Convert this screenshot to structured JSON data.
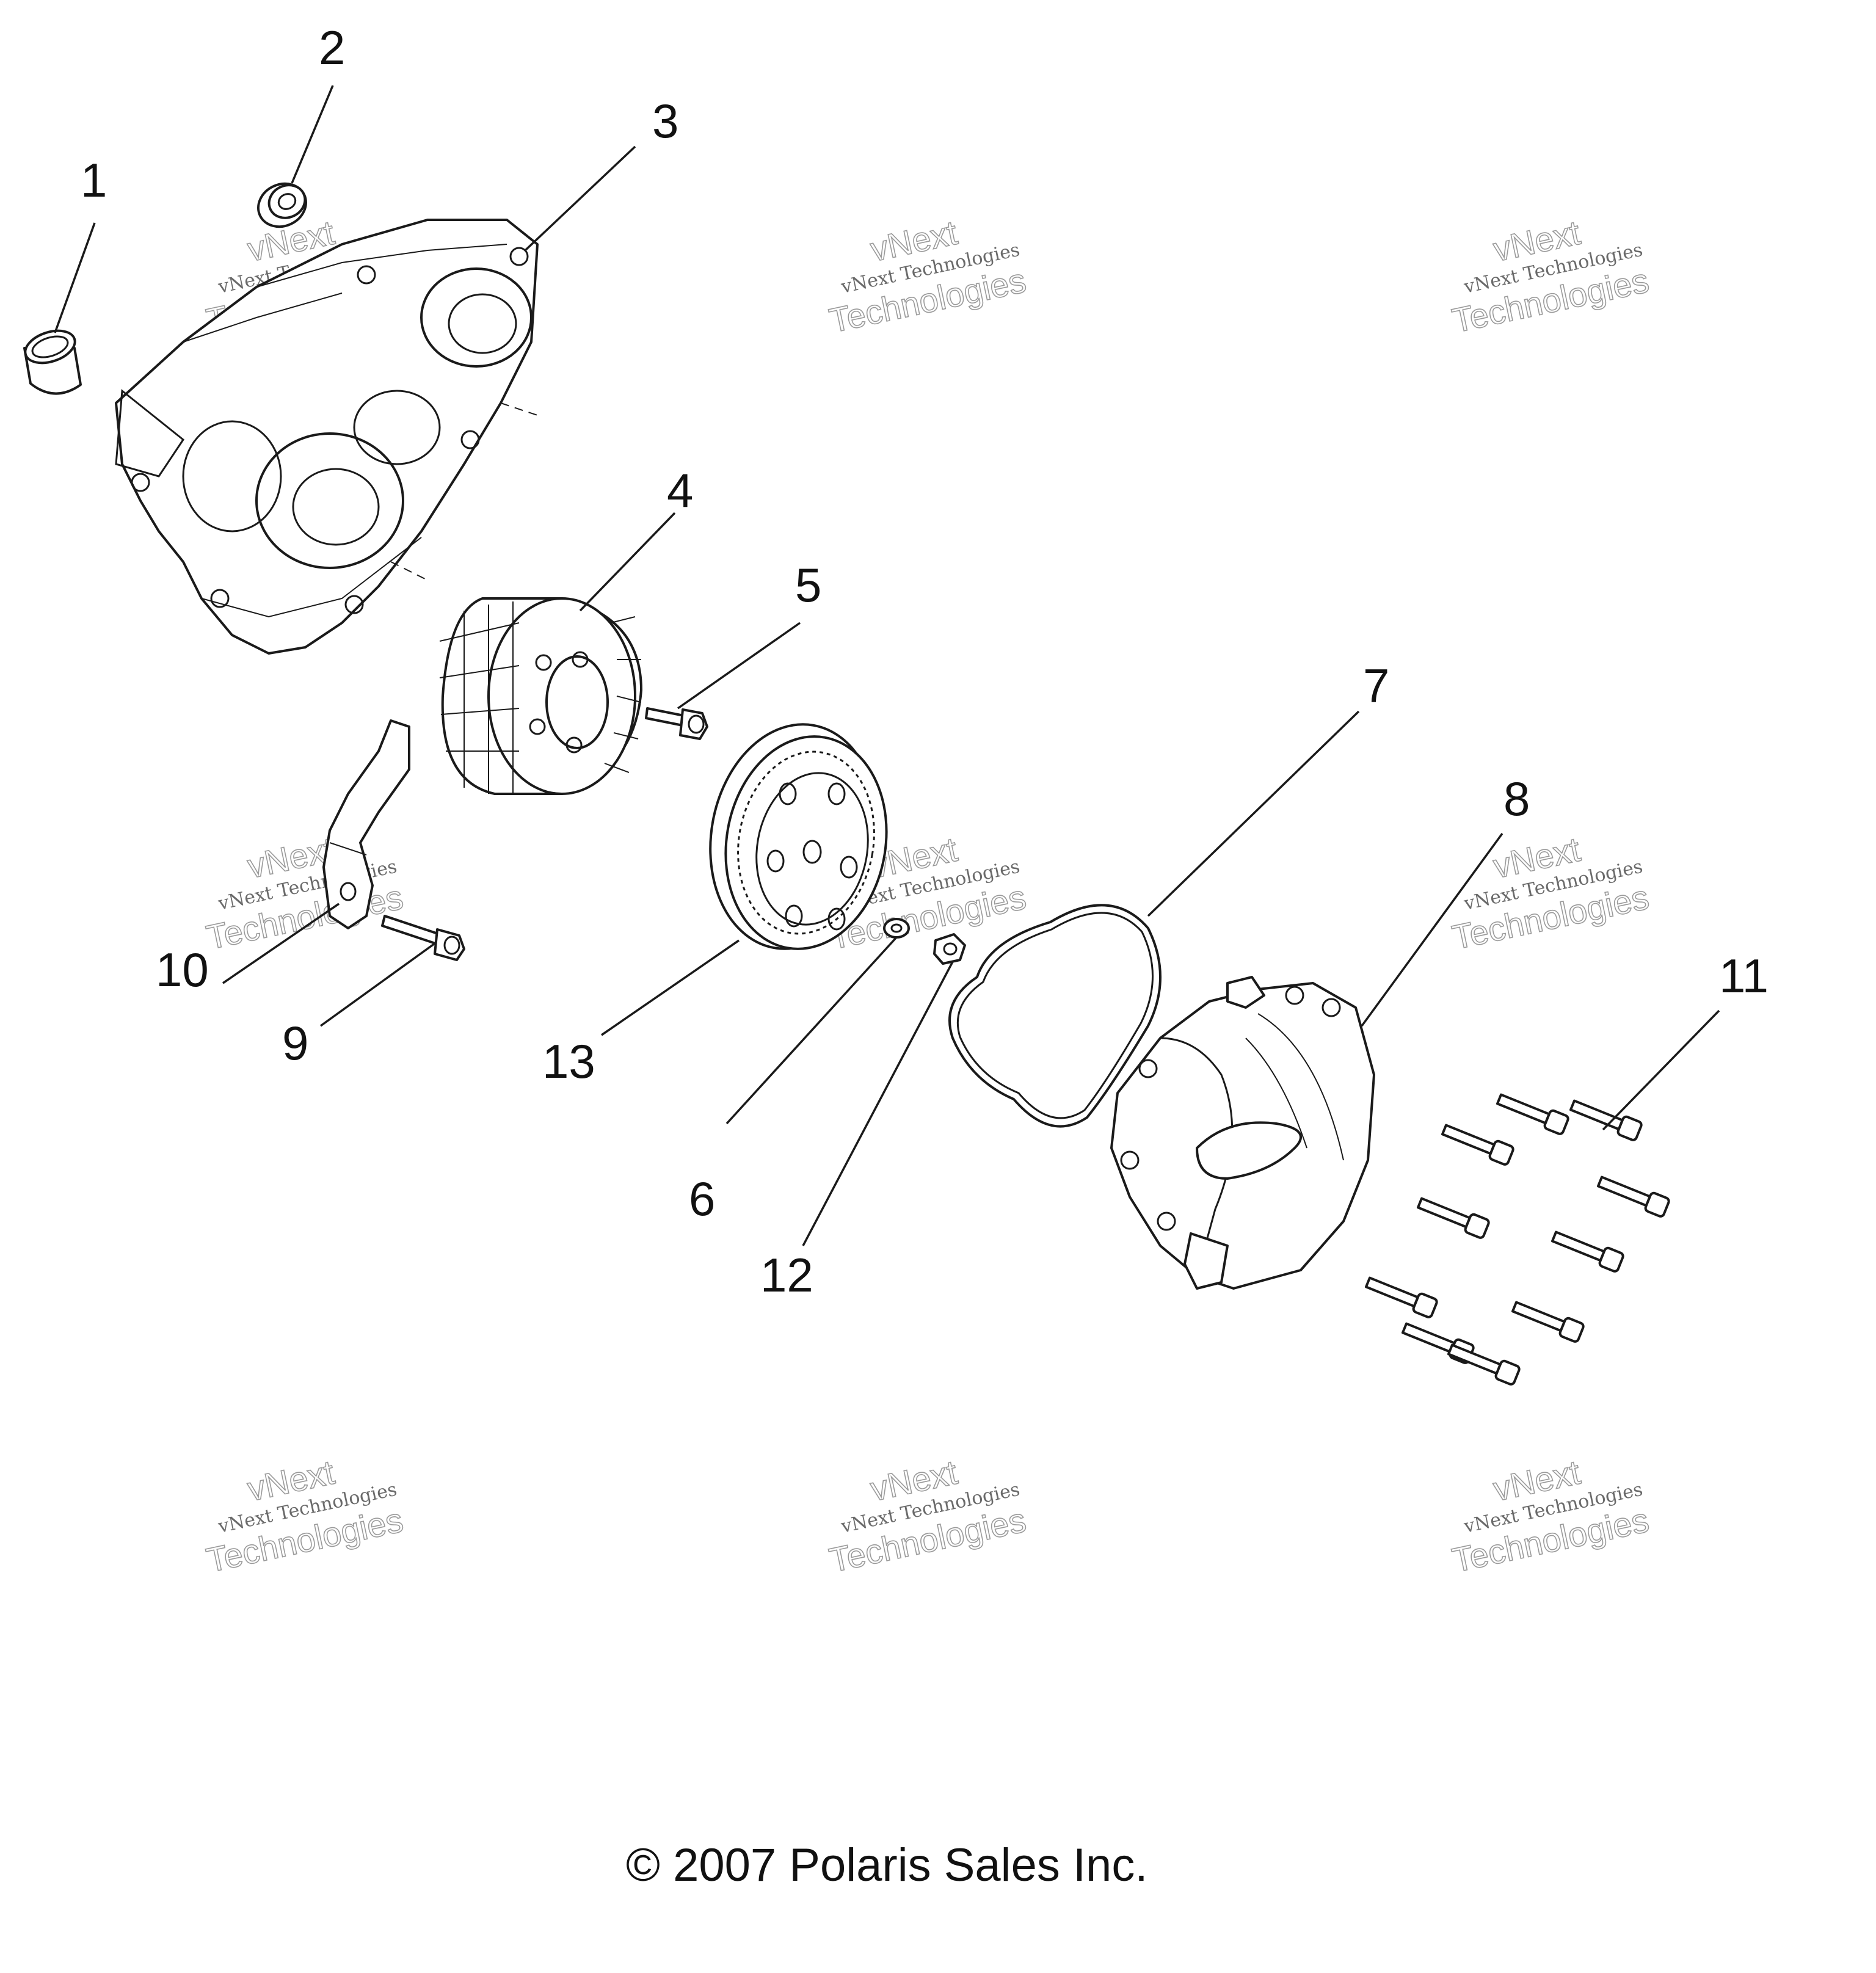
{
  "callouts": [
    {
      "id": "1",
      "label": "1"
    },
    {
      "id": "2",
      "label": "2"
    },
    {
      "id": "3",
      "label": "3"
    },
    {
      "id": "4",
      "label": "4"
    },
    {
      "id": "5",
      "label": "5"
    },
    {
      "id": "6",
      "label": "6"
    },
    {
      "id": "7",
      "label": "7"
    },
    {
      "id": "8",
      "label": "8"
    },
    {
      "id": "9",
      "label": "9"
    },
    {
      "id": "10",
      "label": "10"
    },
    {
      "id": "11",
      "label": "11"
    },
    {
      "id": "12",
      "label": "12"
    },
    {
      "id": "13",
      "label": "13"
    }
  ],
  "watermark": {
    "line1": "vNext Technologies",
    "line2": "vNext",
    "line3": "Technologies"
  },
  "copyright": "© 2007 Polaris Sales Inc."
}
